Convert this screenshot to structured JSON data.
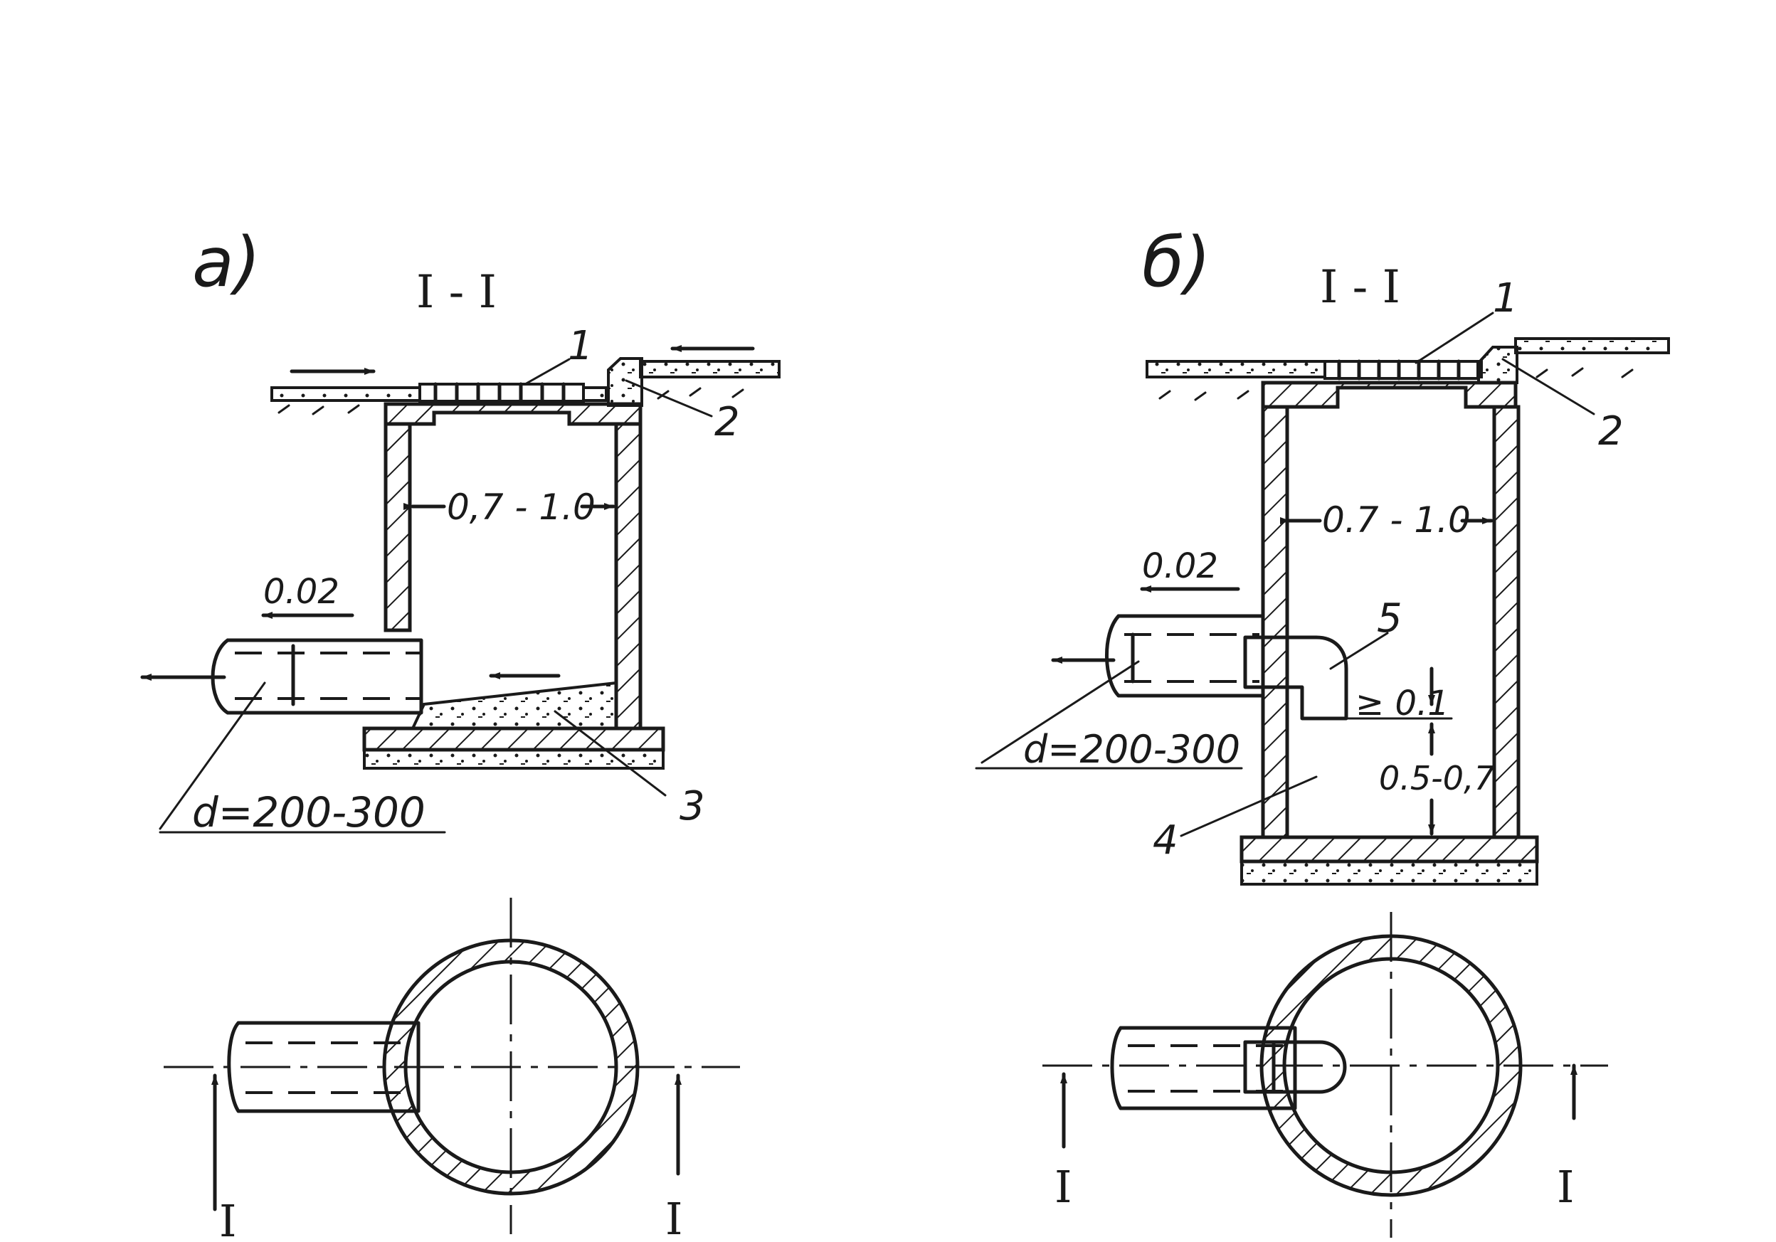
{
  "panel_a": {
    "letter": "а)",
    "section_title": "I - I",
    "width_dim": "0,7 - 1.0",
    "slope": "0.02",
    "pipe_diameter": "d=200-300",
    "callout_1": "1",
    "callout_2": "2",
    "callout_3": "3",
    "section_mark_left": "I",
    "section_mark_right": "I"
  },
  "panel_b": {
    "letter": "б)",
    "section_title": "I - I",
    "width_dim": "0.7 - 1.0",
    "slope": "0.02",
    "pipe_diameter": "d=200-300",
    "gap_dim": "≥ 0.1",
    "depth_dim": "0.5-0,7",
    "callout_1": "1",
    "callout_2": "2",
    "callout_4": "4",
    "callout_5": "5",
    "section_mark_left": "I",
    "section_mark_right": "I"
  }
}
